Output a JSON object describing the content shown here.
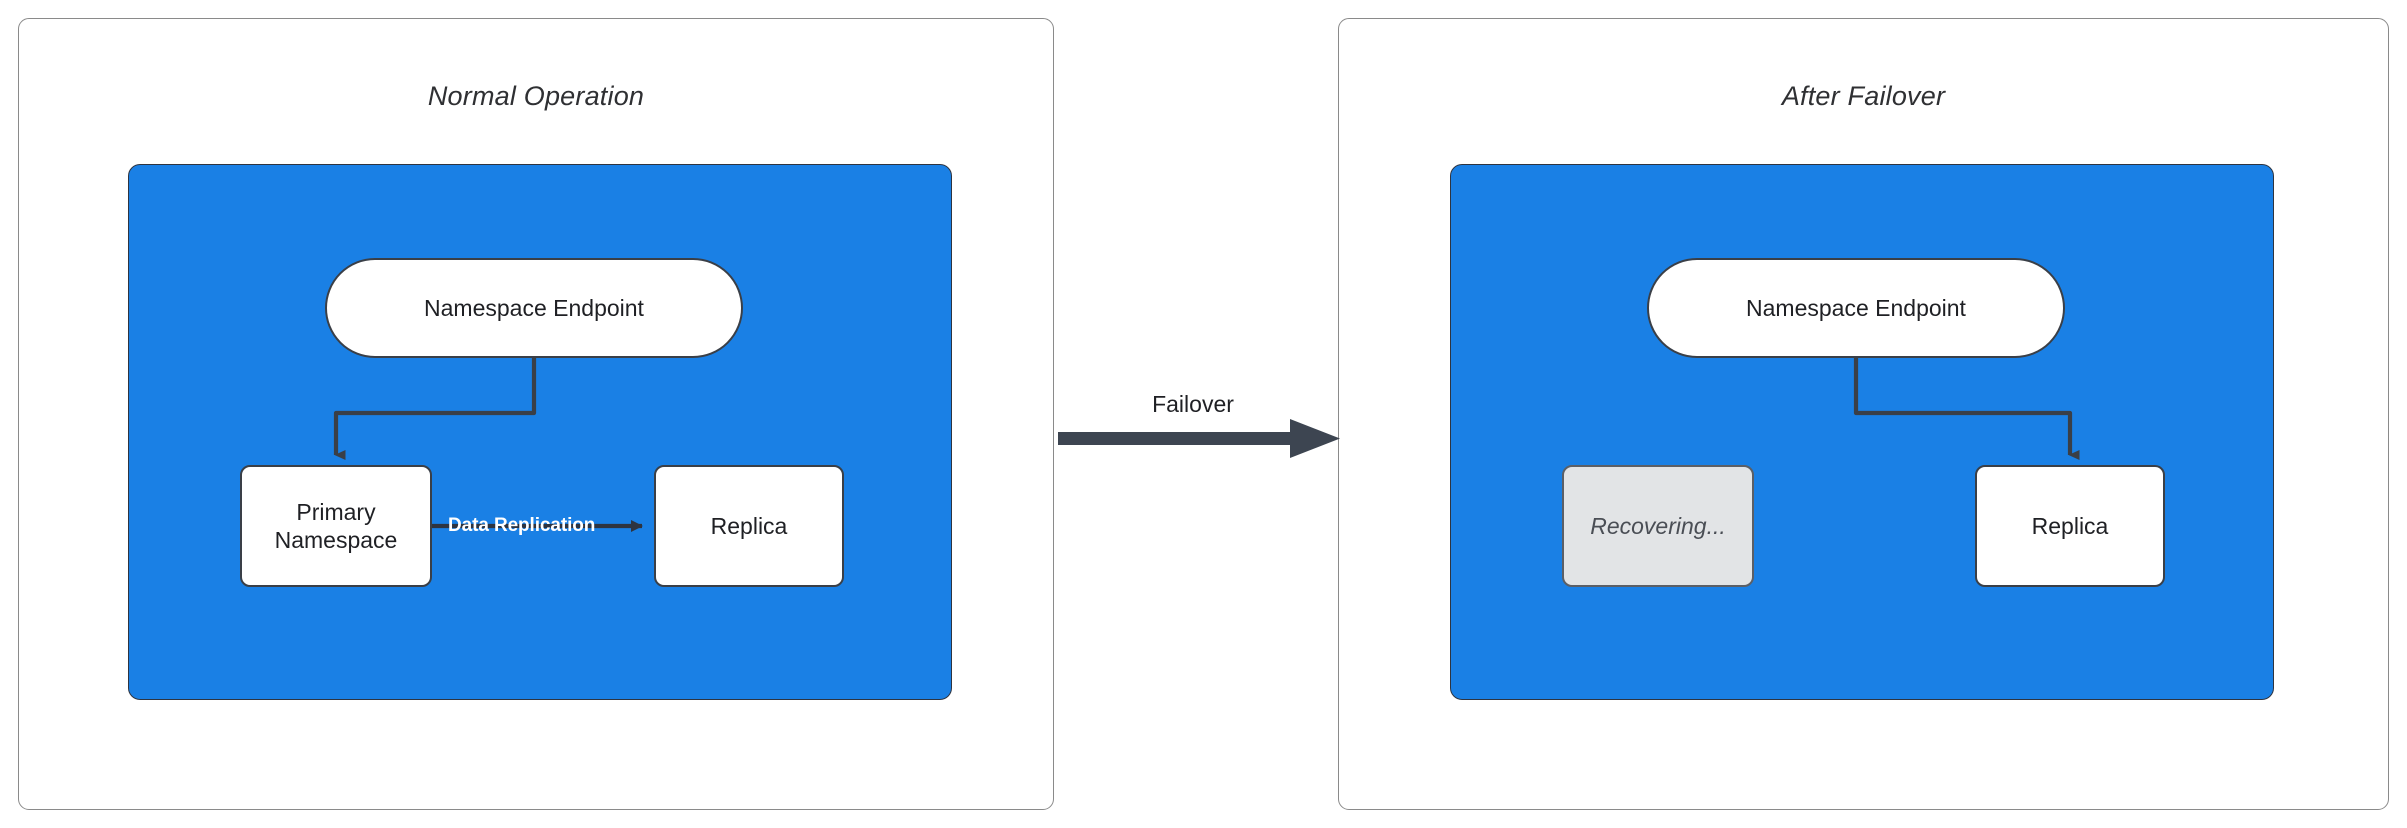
{
  "diagram": {
    "title_left": "Normal Operation",
    "title_right": "After Failover",
    "failover_label": "Failover",
    "replication_label": "Data Replication",
    "colors": {
      "zone_blue": "#1a80e5",
      "node_white": "#ffffff",
      "node_stroke": "#3a3f47",
      "recovering_fill": "#e2e4e6",
      "arrow_dark": "#3d4551",
      "panel_border": "#8a8a8a",
      "text_dark": "#1f2024",
      "label_white": "#ffffff"
    },
    "panels": [
      {
        "id": "normal-operation",
        "title": "Normal Operation",
        "nodes": [
          {
            "id": "namespace-endpoint-left",
            "label": "Namespace Endpoint",
            "shape": "pill",
            "state": "active"
          },
          {
            "id": "primary-namespace",
            "label": "Primary\nNamespace",
            "shape": "box",
            "state": "active"
          },
          {
            "id": "replica-left",
            "label": "Replica",
            "shape": "box",
            "state": "active"
          }
        ],
        "edges": [
          {
            "from": "namespace-endpoint-left",
            "to": "primary-namespace",
            "label": ""
          },
          {
            "from": "primary-namespace",
            "to": "replica-left",
            "label": "Data Replication"
          }
        ]
      },
      {
        "id": "after-failover",
        "title": "After Failover",
        "nodes": [
          {
            "id": "namespace-endpoint-right",
            "label": "Namespace Endpoint",
            "shape": "pill",
            "state": "active"
          },
          {
            "id": "recovering",
            "label": "Recovering...",
            "shape": "box",
            "state": "recovering"
          },
          {
            "id": "replica-right",
            "label": "Replica",
            "shape": "box",
            "state": "active"
          }
        ],
        "edges": [
          {
            "from": "namespace-endpoint-right",
            "to": "replica-right",
            "label": ""
          }
        ]
      }
    ],
    "transition": {
      "label": "Failover",
      "from_panel": "normal-operation",
      "to_panel": "after-failover"
    }
  }
}
